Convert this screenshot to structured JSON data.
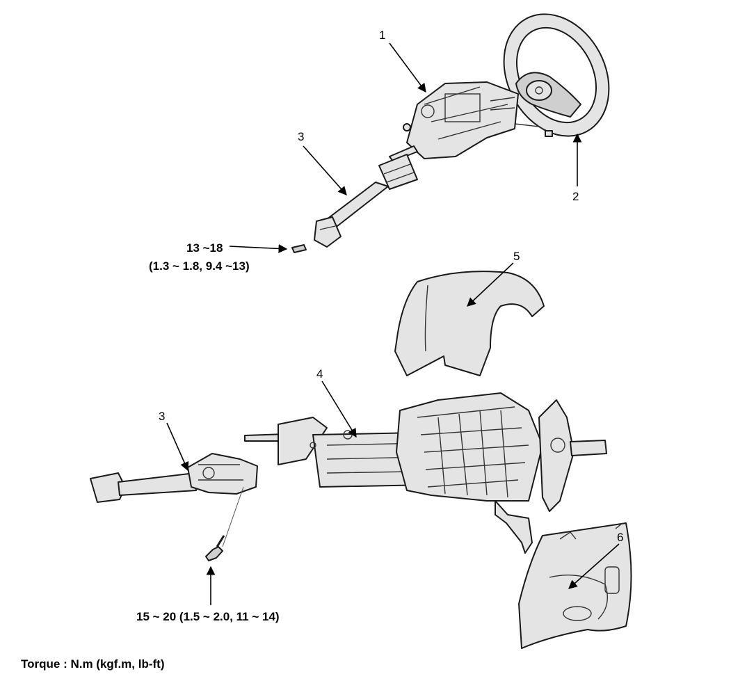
{
  "callouts": {
    "c1": "1",
    "c2": "2",
    "c3_top": "3",
    "c3_bottom": "3",
    "c4": "4",
    "c5": "5",
    "c6": "6"
  },
  "torque_specs": {
    "upper_bolt_line1": "13 ~18",
    "upper_bolt_line2": "(1.3 ~ 1.8, 9.4 ~13)",
    "lower_bolt": "15 ~ 20 (1.5 ~ 2.0, 11 ~ 14)"
  },
  "footer": {
    "units_note": "Torque : N.m (kgf.m, lb-ft)"
  }
}
